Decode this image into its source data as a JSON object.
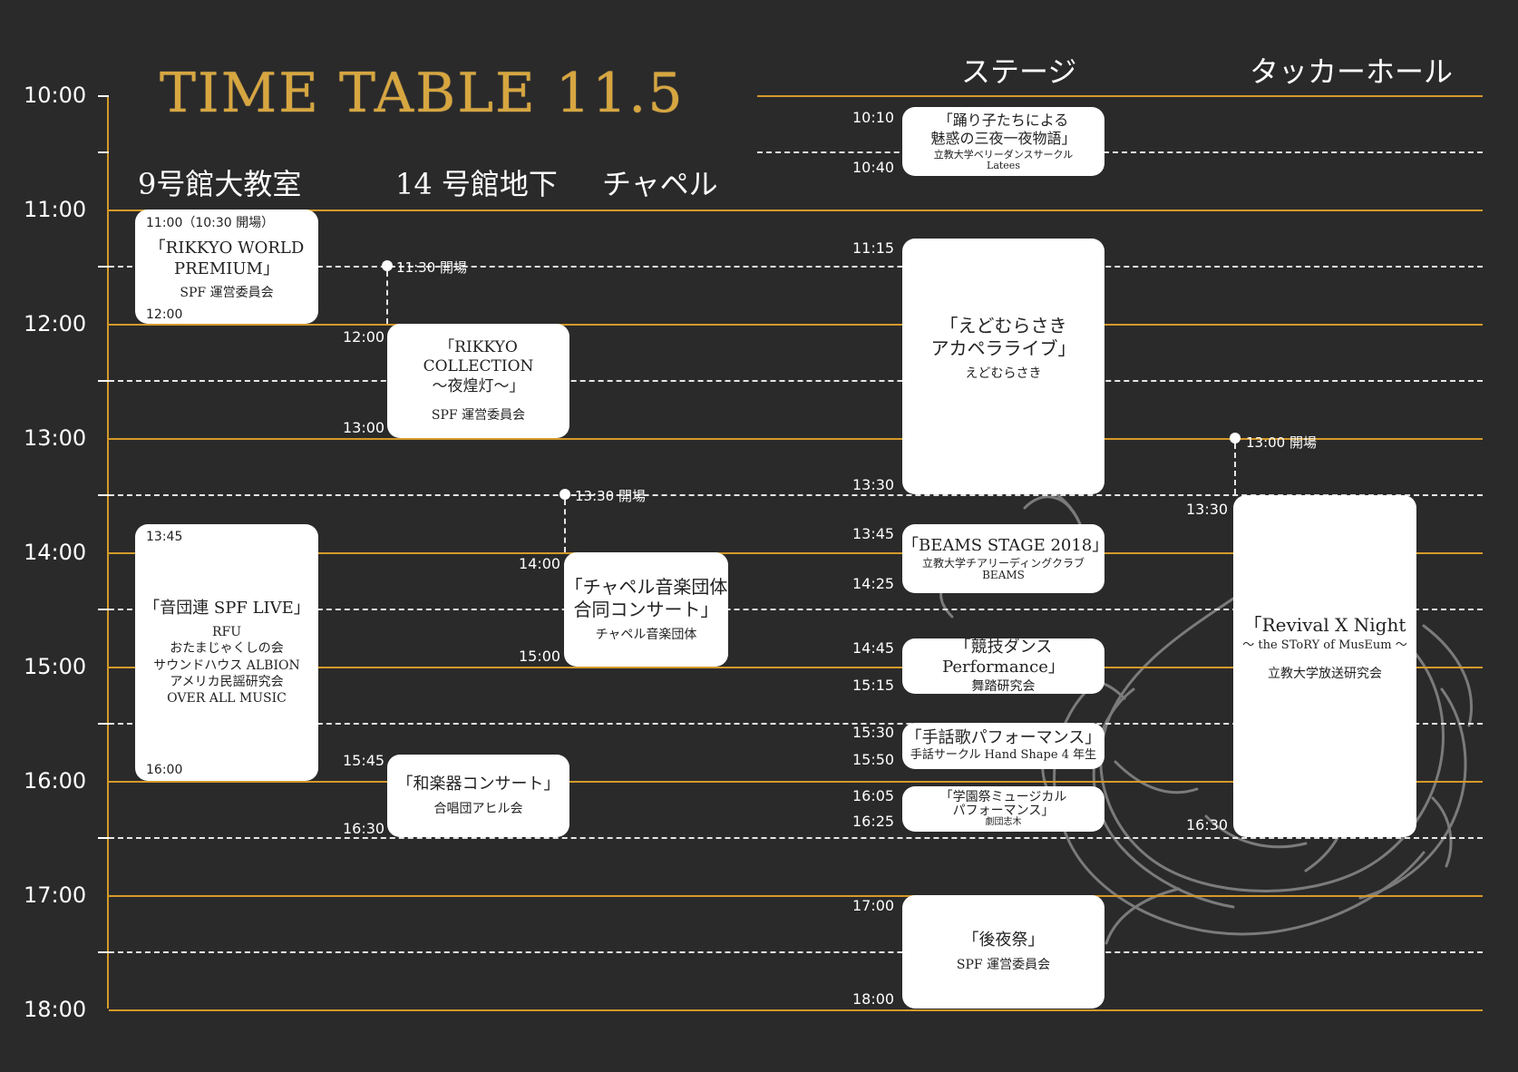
{
  "title": "TIME TABLE 11.5",
  "hours": [
    "10:00",
    "11:00",
    "12:00",
    "13:00",
    "14:00",
    "15:00",
    "16:00",
    "17:00",
    "18:00"
  ],
  "venues": {
    "hall9": "9号館大教室",
    "b14": "14 号館地下",
    "chapel": "チャペル",
    "stage": "ステージ",
    "tucker": "タッカーホール"
  },
  "hall9": {
    "e1": {
      "time_text": "11:00（10:30 開場）",
      "title": "「RIKKYO WORLD\nPREMIUM」",
      "org": "SPF 運営委員会",
      "end": "12:00"
    },
    "e2": {
      "start": "13:45",
      "title": "「音団連 SPF LIVE」",
      "org": "RFU\nおたまじゃくしの会\nサウンドハウス ALBION\nアメリカ民謡研究会\nOVER ALL MUSIC",
      "end": "16:00"
    }
  },
  "b14": {
    "open": "11:30 開場",
    "e1": {
      "start": "12:00",
      "end": "13:00",
      "title": "「RIKKYO COLLECTION\n～夜煌灯～」",
      "org": "SPF 運営委員会"
    },
    "e2": {
      "start": "15:45",
      "end": "16:30",
      "title": "「和楽器コンサート」",
      "org": "合唱団アヒル会"
    }
  },
  "chapel": {
    "open": "13:30 開場",
    "e1": {
      "start": "14:00",
      "end": "15:00",
      "title": "「チャペル音楽団体\n合同コンサート」",
      "org": "チャペル音楽団体"
    }
  },
  "stage": {
    "e1": {
      "start": "10:10",
      "end": "10:40",
      "title": "「踊り子たちによる\n魅惑の三夜一夜物語」",
      "org": "立教大学ベリーダンスサークル\nLatees"
    },
    "e2": {
      "start": "11:15",
      "end": "13:30",
      "title": "「えどむらさき\nアカペラライブ」",
      "org": "えどむらさき"
    },
    "e3": {
      "start": "13:45",
      "end": "14:25",
      "title": "「BEAMS STAGE 2018」",
      "org": "立教大学チアリーディングクラブ\nBEAMS"
    },
    "e4": {
      "start": "14:45",
      "end": "15:15",
      "title": "「競技ダンス Performance」",
      "org": "舞踏研究会"
    },
    "e5": {
      "start": "15:30",
      "end": "15:50",
      "title": "「手話歌パフォーマンス」",
      "org": "手話サークル Hand Shape 4 年生"
    },
    "e6": {
      "start": "16:05",
      "end": "16:25",
      "title": "「学園祭ミュージカル\nパフォーマンス」",
      "org": "劇団志木"
    },
    "e7": {
      "start": "17:00",
      "end": "18:00",
      "title": "「後夜祭」",
      "org": "SPF 運営委員会"
    }
  },
  "tucker": {
    "open": "13:00 開場",
    "e1": {
      "start": "13:30",
      "end": "16:30",
      "title": "「Revival X Night",
      "subtitle": "～ the SToRY of MusEum ～",
      "org": "立教大学放送研究会"
    }
  },
  "colors": {
    "background": "#2b2a2a",
    "gold": "#d49a2a",
    "title_gold": "#d7a640",
    "card": "#ffffff"
  },
  "decoration": {
    "rose-illustration": "rose-line-drawing"
  }
}
